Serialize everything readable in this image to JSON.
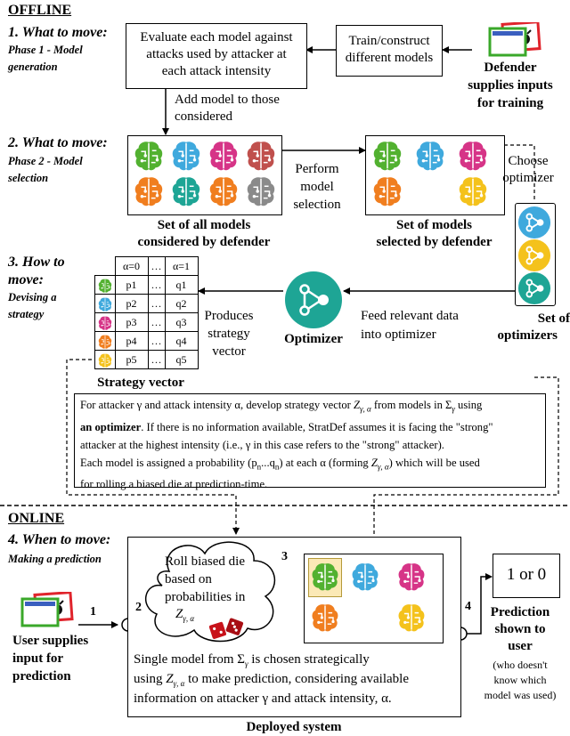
{
  "offline": {
    "title": "OFFLINE",
    "step1": {
      "title": "1. What to move:",
      "sub": [
        "Phase 1 - Model",
        "generation"
      ]
    },
    "evaluate_box": [
      "Evaluate each model against",
      "attacks used by attacker at",
      "each attack intensity"
    ],
    "train_box": [
      "Train/construct",
      "different models"
    ],
    "defender": [
      "Defender",
      "supplies inputs",
      "for training"
    ],
    "add_model": [
      "Add model to those",
      "considered"
    ],
    "step2": {
      "title": "2. What to move:",
      "sub": [
        "Phase 2 - Model",
        "selection"
      ]
    },
    "perform": [
      "Perform",
      "model",
      "selection"
    ],
    "choose": [
      "Choose",
      "optimizer"
    ],
    "all_models": [
      "Set of all models",
      "considered by defender"
    ],
    "selected_models": [
      "Set of models",
      "selected by defender"
    ],
    "step3": {
      "title": [
        "3. How to",
        "move:"
      ],
      "sub": [
        "Devising a",
        "strategy"
      ]
    },
    "produces": [
      "Produces",
      "strategy",
      "vector"
    ],
    "feed": [
      "Feed relevant data",
      "into optimizer"
    ],
    "optimizer": "Optimizer",
    "set_optimizers": [
      "Set of",
      "optimizers"
    ],
    "strategy_vector": "Strategy vector",
    "table": {
      "header": [
        "α=0",
        "…",
        "α=1"
      ],
      "rows": [
        [
          "p1",
          "…",
          "q1"
        ],
        [
          "p2",
          "…",
          "q2"
        ],
        [
          "p3",
          "…",
          "q3"
        ],
        [
          "p4",
          "…",
          "q4"
        ],
        [
          "p5",
          "…",
          "q5"
        ]
      ]
    },
    "note": {
      "l1a": "For attacker γ and attack intensity α, develop strategy vector ",
      "l1b": " from models in ",
      "l1c": " using",
      "l2a": "an optimizer",
      "l2b": ". If there is no information available, StratDef assumes it is facing the \"strong\"",
      "l3": "attacker at the highest intensity (i.e., γ in this case refers to the \"strong\" attacker).",
      "l4a": "Each model is assigned a probability (p",
      "l4b": "...q",
      "l4c": ") at each α (forming ",
      "l4d": ") which will be used",
      "l5": "for rolling a biased die at prediction-time.",
      "Z": "Z",
      "gamma_alpha": "γ, α",
      "Sigma": "Σ",
      "gamma": "γ",
      "n": "n"
    }
  },
  "online": {
    "title": "ONLINE",
    "step4": {
      "title": "4. When to move:",
      "sub": "Making a prediction"
    },
    "cloud": [
      "Roll biased die",
      "based on",
      "probabilities in"
    ],
    "cloud_z": "Z",
    "cloud_sub": "γ, α",
    "num1": "1",
    "num2": "2",
    "num3": "3",
    "num4": "4",
    "user": [
      "User supplies",
      "input for",
      "prediction"
    ],
    "result": "1 or 0",
    "prediction": [
      "Prediction",
      "shown to",
      "user"
    ],
    "who": [
      "(who doesn't",
      "know which",
      "model was used)"
    ],
    "single": {
      "a": "Single model from ",
      "b": " is chosen strategically",
      "c": "using ",
      "d": " to make prediction, considering available",
      "e": "information on attacker γ and attack intensity, α."
    },
    "deployed": "Deployed system"
  },
  "colors": {
    "teal": "#1ea595",
    "orange": "#f07e1f",
    "green": "#52b130",
    "blue": "#3fa9dd",
    "magenta": "#d63487",
    "brown": "#c0504d",
    "yellow": "#f4c21c",
    "gray": "#8a8a8a",
    "highlight": "#fbe9b6"
  }
}
